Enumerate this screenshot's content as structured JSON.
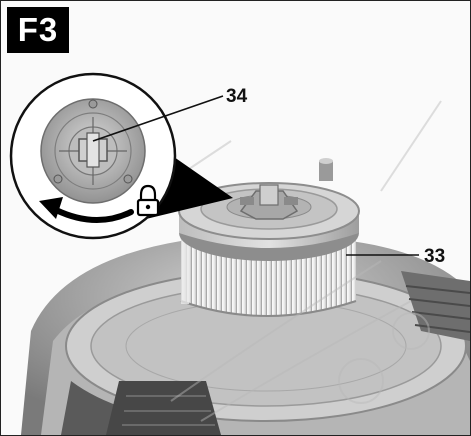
{
  "figure": {
    "tag": "F3",
    "callouts": {
      "filter_lock": "34",
      "filter": "33"
    }
  },
  "icons": [
    "lock-icon",
    "rotate-arrow-icon"
  ],
  "colors": {
    "tag_bg": "#000000",
    "tag_text": "#ffffff",
    "line": "#111111"
  }
}
